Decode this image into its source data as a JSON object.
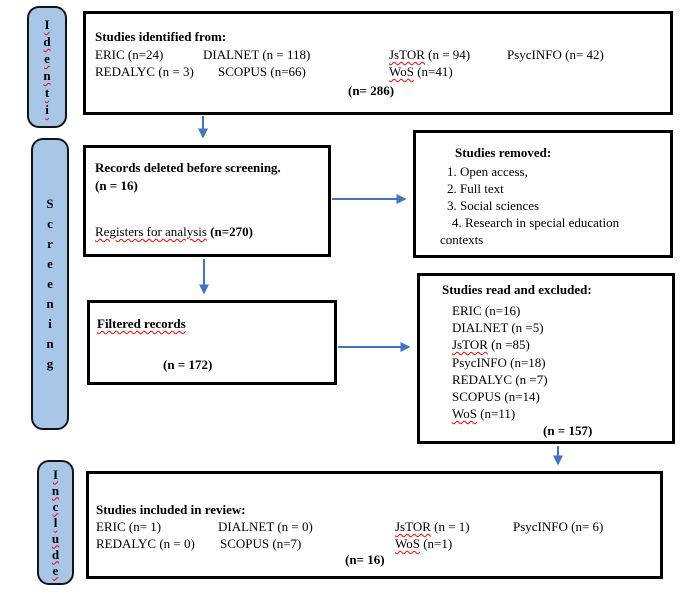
{
  "colors": {
    "label_fill": "#A8C6E8",
    "arrow": "#4472C4",
    "squiggle": "#FF0000",
    "box_border": "#000000"
  },
  "stage_labels": {
    "identification": [
      "I",
      "d",
      "e",
      "n",
      "t",
      "i"
    ],
    "screening": [
      "S",
      "c",
      "r",
      "e",
      "e",
      "n",
      "i",
      "n",
      "g"
    ],
    "include": [
      "I",
      "n",
      "c",
      "l",
      "u",
      "d",
      "e"
    ]
  },
  "identified_box": {
    "title": "Studies identified from:",
    "eric": "ERIC (n=24)",
    "dialnet": "DIALNET (n = 118)",
    "jstor_word": "JsTOR",
    "jstor_rest": " (n = 94)",
    "psycinfo": "PsycINFO (n= 42)",
    "redalyc": "REDALYC (n = 3)",
    "scopus": "SCOPUS (n=66)",
    "wos_word": "WoS",
    "wos_rest": " (n=41)",
    "total": "(n= 286)"
  },
  "records_deleted_box": {
    "title": "Records deleted before screening.",
    "count": "(n = 16)",
    "registers_text": "Registers for analysis",
    "registers_count": "(n=270)"
  },
  "studies_removed_box": {
    "title": "Studies removed:",
    "item1": "1. Open access,",
    "item2": "2. Full text",
    "item3": "3. Social sciences",
    "item4": "4. Research in special education",
    "item4_wrap": "contexts"
  },
  "filtered_box": {
    "title": "Filtered records",
    "count": "(n = 172)"
  },
  "read_excluded_box": {
    "title": "Studies read and excluded:",
    "eric": "ERIC (n=16)",
    "dialnet": "DIALNET (n =5)",
    "jstor_word": "JsTOR",
    "jstor_rest": " (n =85)",
    "psycinfo": "PsycINFO (n=18)",
    "redalyc": "REDALYC (n =7)",
    "scopus": "SCOPUS (n=14)",
    "wos_word": "WoS",
    "wos_rest": " (n=11)",
    "total": "(n = 157)"
  },
  "included_box": {
    "title": "Studies included in review:",
    "eric": "ERIC (n= 1)",
    "dialnet": "DIALNET (n = 0)",
    "jstor_word": "JsTOR",
    "jstor_rest": " (n = 1)",
    "psycinfo": "PsycINFO (n= 6)",
    "redalyc": "REDALYC (n = 0)",
    "scopus": "SCOPUS (n=7)",
    "wos_word": "WoS",
    "wos_rest": " (n=1)",
    "total": "(n= 16)"
  }
}
